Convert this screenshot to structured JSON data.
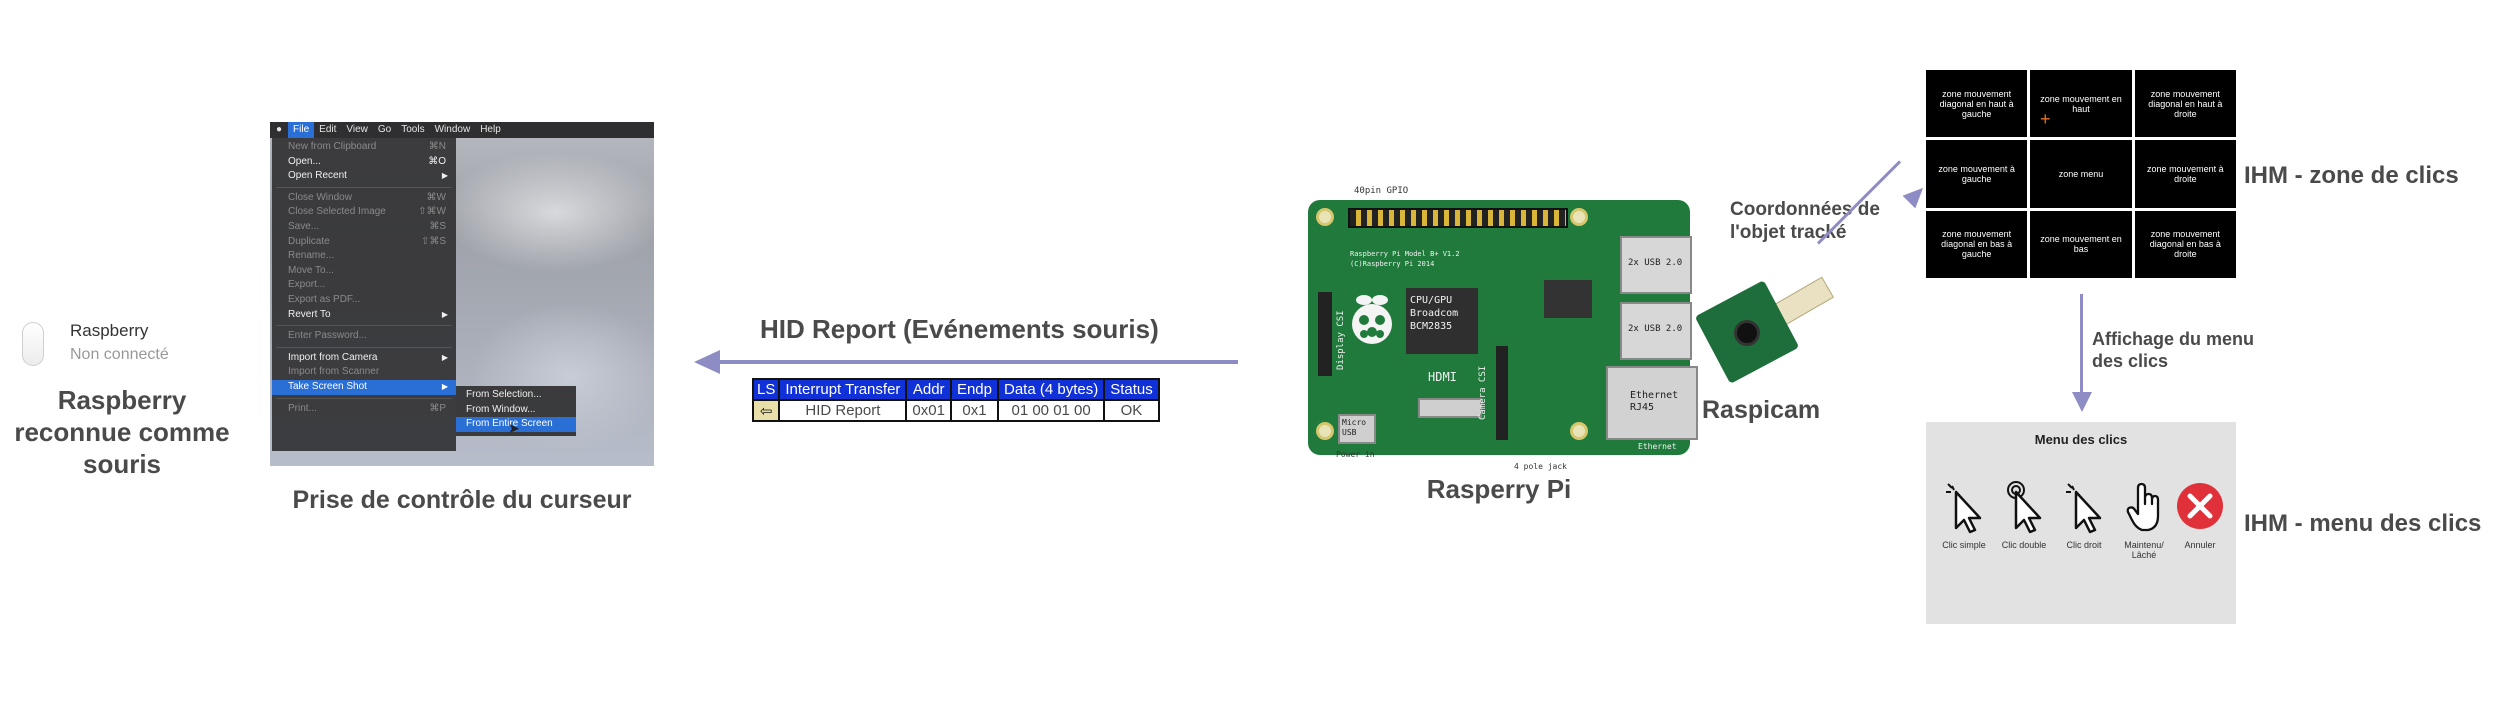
{
  "device": {
    "name": "Raspberry",
    "status": "Non connecté",
    "caption_lines": [
      "Raspberry",
      "reconnue comme",
      "souris"
    ]
  },
  "mac": {
    "menubar": [
      "File",
      "Edit",
      "View",
      "Go",
      "Tools",
      "Window",
      "Help"
    ],
    "menu_items": [
      {
        "label": "New from Clipboard",
        "shortcut": "⌘N",
        "disabled": true
      },
      {
        "label": "Open...",
        "shortcut": "⌘O",
        "disabled": false
      },
      {
        "label": "Open Recent",
        "shortcut": "▶",
        "disabled": false
      },
      {
        "sep": true
      },
      {
        "label": "Close Window",
        "shortcut": "⌘W",
        "disabled": true
      },
      {
        "label": "Close Selected Image",
        "shortcut": "⇧⌘W",
        "disabled": true
      },
      {
        "label": "Save...",
        "shortcut": "⌘S",
        "disabled": true
      },
      {
        "label": "Duplicate",
        "shortcut": "⇧⌘S",
        "disabled": true
      },
      {
        "label": "Rename...",
        "shortcut": "",
        "disabled": true
      },
      {
        "label": "Move To...",
        "shortcut": "",
        "disabled": true
      },
      {
        "label": "Export...",
        "shortcut": "",
        "disabled": true
      },
      {
        "label": "Export as PDF...",
        "shortcut": "",
        "disabled": true
      },
      {
        "label": "Revert To",
        "shortcut": "▶",
        "disabled": false
      },
      {
        "sep": true
      },
      {
        "label": "Enter Password...",
        "shortcut": "",
        "disabled": true
      },
      {
        "sep": true
      },
      {
        "label": "Import from Camera",
        "shortcut": "▶",
        "disabled": false
      },
      {
        "label": "Import from Scanner",
        "shortcut": "",
        "disabled": true
      },
      {
        "label": "Take Screen Shot",
        "shortcut": "▶",
        "disabled": false,
        "selected": true
      },
      {
        "sep": true
      },
      {
        "label": "Print...",
        "shortcut": "⌘P",
        "disabled": true
      }
    ],
    "submenu_items": [
      {
        "label": "From Selection...",
        "selected": false
      },
      {
        "label": "From Window...",
        "selected": false
      },
      {
        "label": "From Entire Screen",
        "selected": true
      }
    ],
    "caption": "Prise de contrôle du curseur"
  },
  "hid": {
    "title": "HID Report (Evénements souris)",
    "ls": "LS",
    "arrow_glyph": "⇦",
    "headers": [
      "Interrupt Transfer",
      "Addr",
      "Endp",
      "Data (4 bytes)",
      "Status"
    ],
    "row": [
      "HID Report",
      "0x01",
      "0x1",
      "01 00 01 00",
      "OK"
    ]
  },
  "pi": {
    "caption": "Rasperry Pi",
    "labels": {
      "gpio": "40pin GPIO",
      "board": "Raspberry Pi Model B+ V1.2",
      "copyright": "(C)Raspberry Pi 2014",
      "soc": "CPU/GPU Broadcom BCM2835",
      "hdmi": "HDMI",
      "usb1": "2x USB 2.0",
      "usb2": "2x USB 2.0",
      "eth": "Ethernet RJ45",
      "display": "Display CSI",
      "camera": "Camera CSI",
      "micro": "Micro USB",
      "power": "Power in",
      "audio": "4 pole jack",
      "ethernet_bottom": "Ethernet"
    }
  },
  "camera": {
    "label": "Raspicam",
    "coord_lines": [
      "Coordonnées de",
      "l'objet tracké"
    ]
  },
  "zones": {
    "cells": [
      "zone mouvement diagonal en haut à gauche",
      "zone mouvement en haut",
      "zone mouvement diagonal en haut à droite",
      "zone mouvement à gauche",
      "zone menu",
      "zone mouvement à droite",
      "zone mouvement diagonal en bas à gauche",
      "zone mouvement en bas",
      "zone mouvement diagonal en bas à droite"
    ],
    "cross": "+",
    "label": "IHM - zone de clics"
  },
  "affichage": {
    "lines": [
      "Affichage du menu",
      "des clics"
    ]
  },
  "clics": {
    "title": "Menu des clics",
    "items": [
      {
        "label": "Clic simple",
        "icon": "cursor-click-icon"
      },
      {
        "label": "Clic double",
        "icon": "cursor-double-click-icon"
      },
      {
        "label": "Clic droit",
        "icon": "cursor-right-click-icon"
      },
      {
        "label": "Maintenu/ Lâché",
        "icon": "hand-drag-icon"
      },
      {
        "label": "Annuler",
        "icon": "cancel-icon"
      }
    ],
    "label": "IHM - menu des clics",
    "colors": {
      "cancel": "#e0303a"
    }
  }
}
